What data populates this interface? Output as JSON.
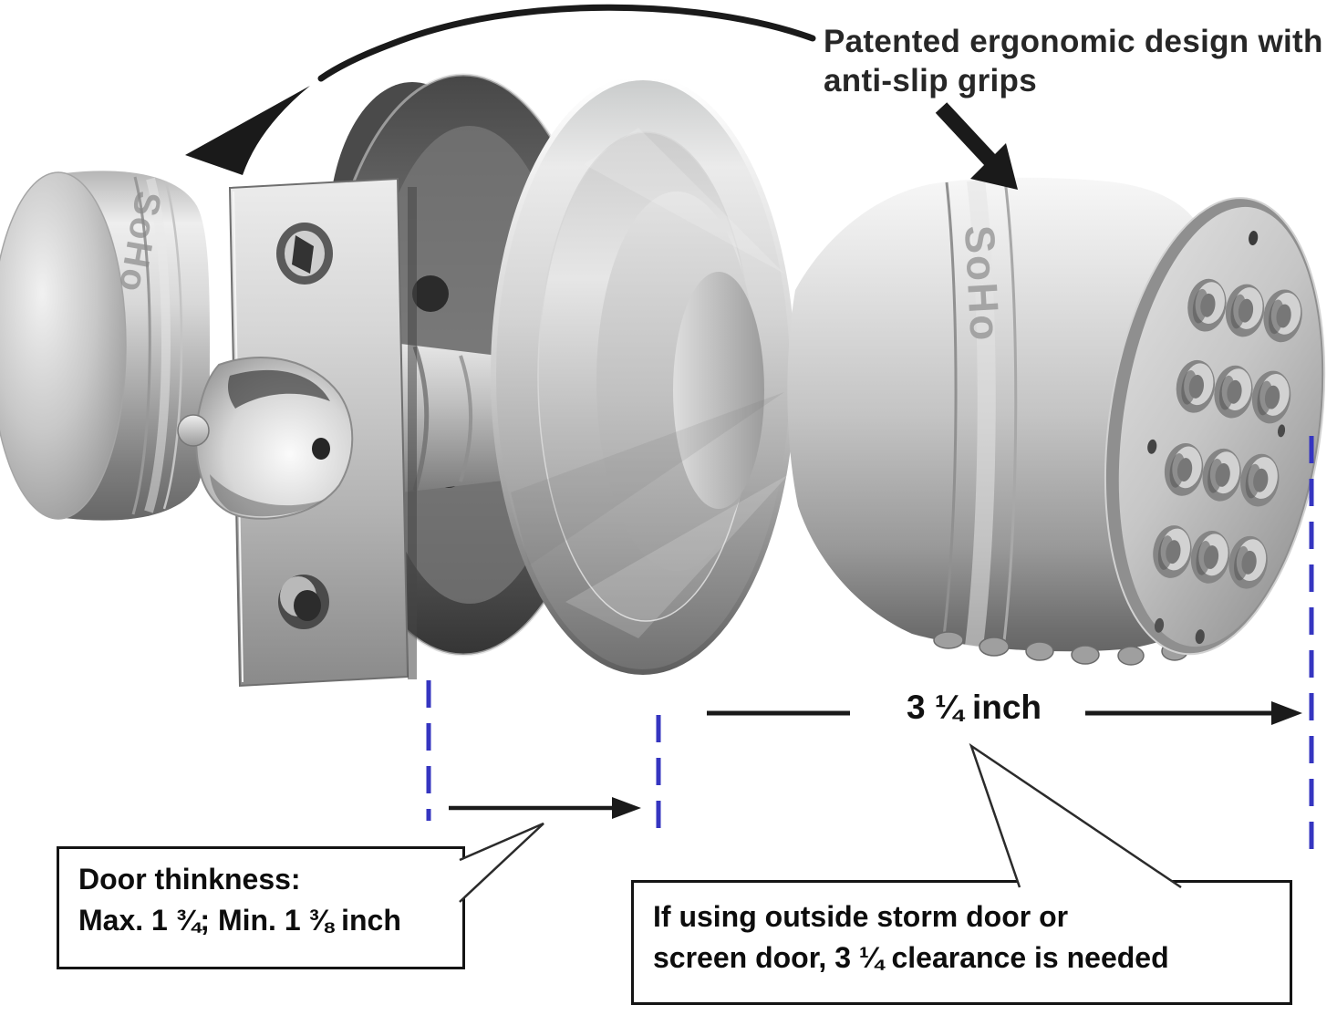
{
  "annotations": {
    "ergonomic_note": "Patented ergonomic design with anti-slip grips",
    "dimension_label": "3 ¼ inch",
    "door_thickness": {
      "line1": "Door thinkness:",
      "line2": "Max. 1 ¾; Min. 1 ⅜ inch"
    },
    "clearance": {
      "line1": "If using outside storm door or",
      "line2": "screen door, 3 ¼ clearance is needed"
    }
  },
  "product": {
    "engraving": "SoHo",
    "keypad_button_count": 12
  },
  "colors": {
    "dash_blue": "#3535c0",
    "ink": "#1a1a1a"
  }
}
